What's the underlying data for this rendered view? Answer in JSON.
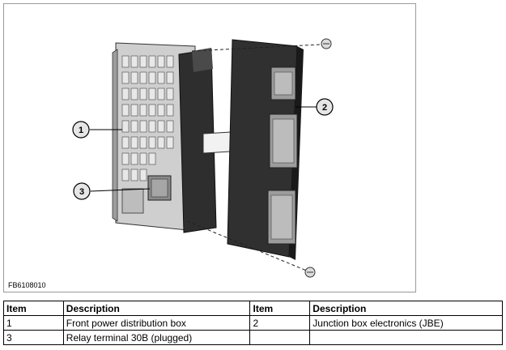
{
  "figure": {
    "id_label": "FB6108010",
    "callouts": [
      "1",
      "2",
      "3"
    ]
  },
  "legend": {
    "headers": [
      "Item",
      "Description",
      "Item",
      "Description"
    ],
    "rows": [
      [
        "1",
        "Front power distribution box",
        "2",
        "Junction box electronics (JBE)"
      ],
      [
        "3",
        "Relay terminal 30B (plugged)",
        "",
        ""
      ]
    ]
  }
}
